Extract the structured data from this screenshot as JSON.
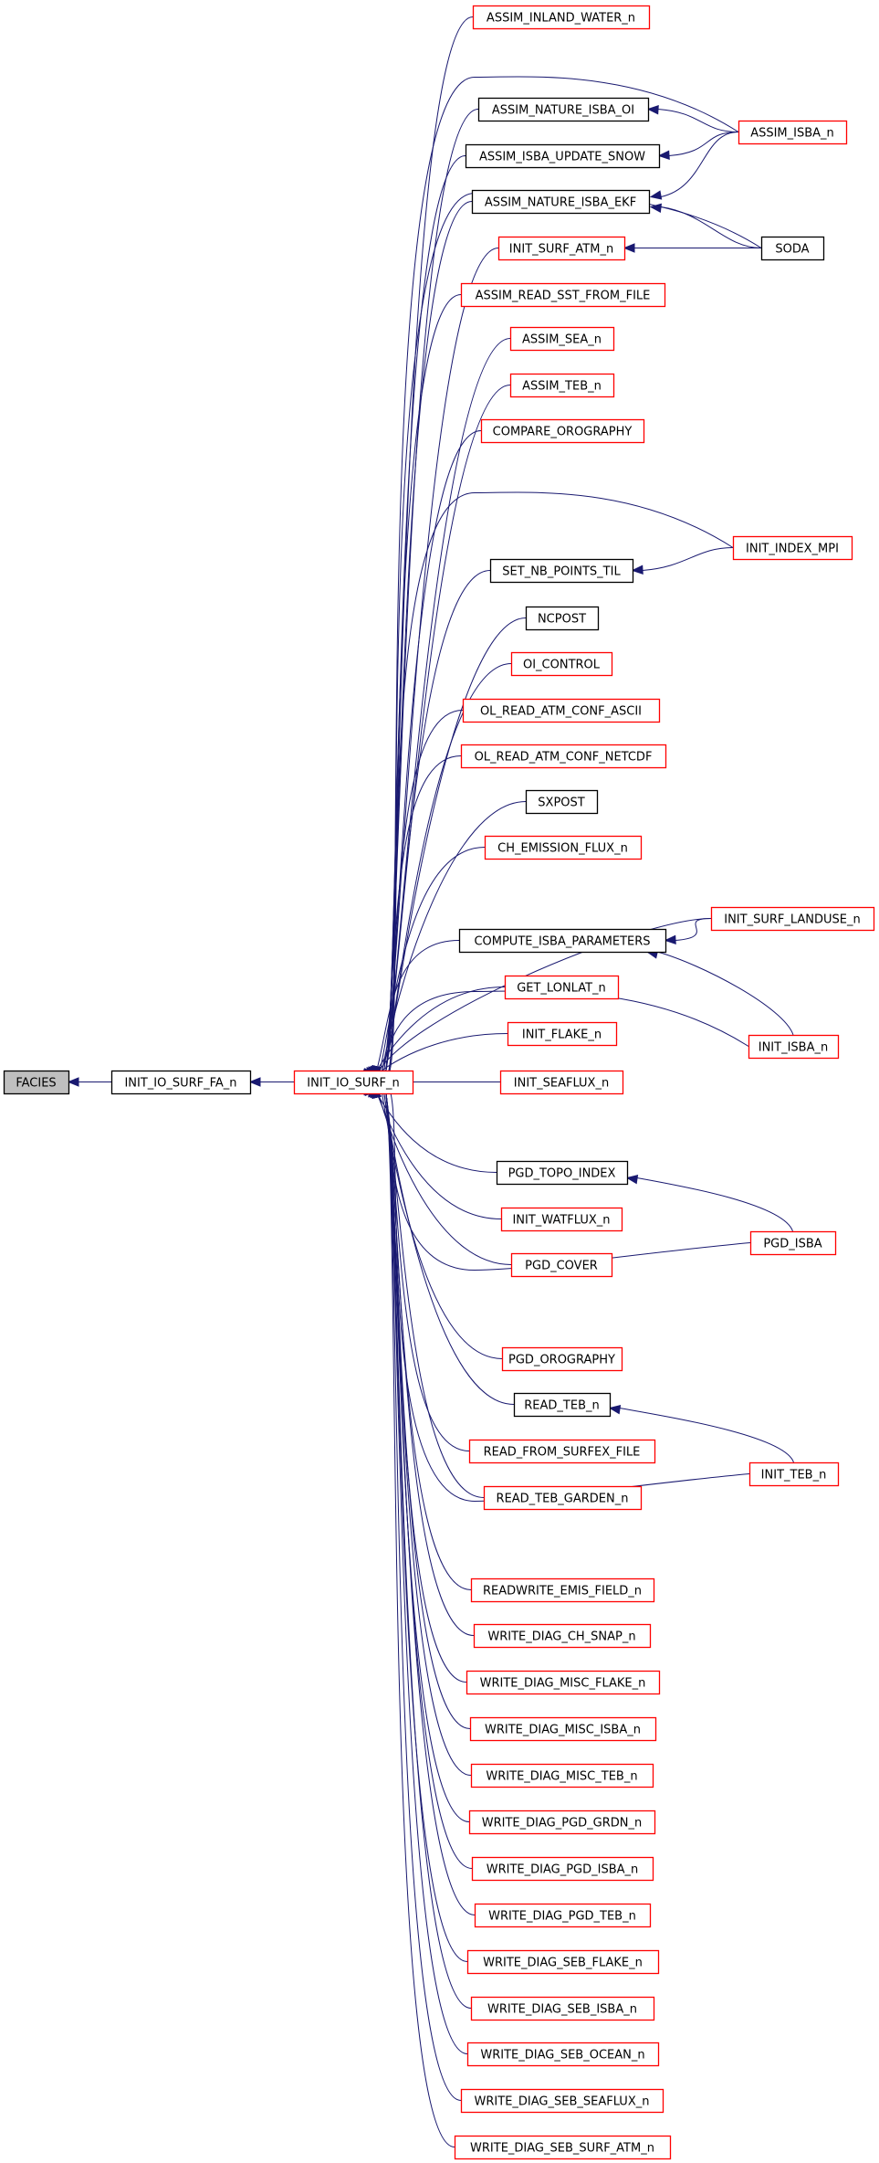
{
  "colors": {
    "edge": "#191970",
    "incomplete_border": "#ff0000",
    "complete_border": "#000000",
    "root_fill": "#bfbfbf",
    "node_fill": "#ffffff"
  },
  "nodes": [
    {
      "id": "FACIES",
      "label": "FACIES",
      "style": "root"
    },
    {
      "id": "INIT_IO_SURF_FA_n",
      "label": "INIT_IO_SURF_FA_n",
      "style": "black"
    },
    {
      "id": "INIT_IO_SURF_n",
      "label": "INIT_IO_SURF_n",
      "style": "red"
    },
    {
      "id": "ASSIM_INLAND_WATER_n",
      "label": "ASSIM_INLAND_WATER_n",
      "style": "red"
    },
    {
      "id": "ASSIM_NATURE_ISBA_OI",
      "label": "ASSIM_NATURE_ISBA_OI",
      "style": "black"
    },
    {
      "id": "ASSIM_ISBA_UPDATE_SNOW",
      "label": "ASSIM_ISBA_UPDATE_SNOW",
      "style": "black"
    },
    {
      "id": "ASSIM_NATURE_ISBA_EKF",
      "label": "ASSIM_NATURE_ISBA_EKF",
      "style": "black"
    },
    {
      "id": "INIT_SURF_ATM_n",
      "label": "INIT_SURF_ATM_n",
      "style": "red"
    },
    {
      "id": "ASSIM_READ_SST_FROM_FILE",
      "label": "ASSIM_READ_SST_FROM_FILE",
      "style": "red"
    },
    {
      "id": "ASSIM_SEA_n",
      "label": "ASSIM_SEA_n",
      "style": "red"
    },
    {
      "id": "ASSIM_TEB_n",
      "label": "ASSIM_TEB_n",
      "style": "red"
    },
    {
      "id": "COMPARE_OROGRAPHY",
      "label": "COMPARE_OROGRAPHY",
      "style": "red"
    },
    {
      "id": "SET_NB_POINTS_TIL",
      "label": "SET_NB_POINTS_TIL",
      "style": "black"
    },
    {
      "id": "NCPOST",
      "label": "NCPOST",
      "style": "black"
    },
    {
      "id": "OI_CONTROL",
      "label": "OI_CONTROL",
      "style": "red"
    },
    {
      "id": "OL_READ_ATM_CONF_ASCII",
      "label": "OL_READ_ATM_CONF_ASCII",
      "style": "red"
    },
    {
      "id": "OL_READ_ATM_CONF_NETCDF",
      "label": "OL_READ_ATM_CONF_NETCDF",
      "style": "red"
    },
    {
      "id": "SXPOST",
      "label": "SXPOST",
      "style": "black"
    },
    {
      "id": "CH_EMISSION_FLUX_n",
      "label": "CH_EMISSION_FLUX_n",
      "style": "red"
    },
    {
      "id": "COMPUTE_ISBA_PARAMETERS",
      "label": "COMPUTE_ISBA_PARAMETERS",
      "style": "black"
    },
    {
      "id": "GET_LONLAT_n",
      "label": "GET_LONLAT_n",
      "style": "red"
    },
    {
      "id": "INIT_FLAKE_n",
      "label": "INIT_FLAKE_n",
      "style": "red"
    },
    {
      "id": "INIT_SEAFLUX_n",
      "label": "INIT_SEAFLUX_n",
      "style": "red"
    },
    {
      "id": "PGD_TOPO_INDEX",
      "label": "PGD_TOPO_INDEX",
      "style": "black"
    },
    {
      "id": "INIT_WATFLUX_n",
      "label": "INIT_WATFLUX_n",
      "style": "red"
    },
    {
      "id": "PGD_COVER",
      "label": "PGD_COVER",
      "style": "red"
    },
    {
      "id": "PGD_OROGRAPHY",
      "label": "PGD_OROGRAPHY",
      "style": "red"
    },
    {
      "id": "READ_TEB_n",
      "label": "READ_TEB_n",
      "style": "black"
    },
    {
      "id": "READ_FROM_SURFEX_FILE",
      "label": "READ_FROM_SURFEX_FILE",
      "style": "red"
    },
    {
      "id": "READ_TEB_GARDEN_n",
      "label": "READ_TEB_GARDEN_n",
      "style": "red"
    },
    {
      "id": "READWRITE_EMIS_FIELD_n",
      "label": "READWRITE_EMIS_FIELD_n",
      "style": "red"
    },
    {
      "id": "WRITE_DIAG_CH_SNAP_n",
      "label": "WRITE_DIAG_CH_SNAP_n",
      "style": "red"
    },
    {
      "id": "WRITE_DIAG_MISC_FLAKE_n",
      "label": "WRITE_DIAG_MISC_FLAKE_n",
      "style": "red"
    },
    {
      "id": "WRITE_DIAG_MISC_ISBA_n",
      "label": "WRITE_DIAG_MISC_ISBA_n",
      "style": "red"
    },
    {
      "id": "WRITE_DIAG_MISC_TEB_n",
      "label": "WRITE_DIAG_MISC_TEB_n",
      "style": "red"
    },
    {
      "id": "WRITE_DIAG_PGD_GRDN_n",
      "label": "WRITE_DIAG_PGD_GRDN_n",
      "style": "red"
    },
    {
      "id": "WRITE_DIAG_PGD_ISBA_n",
      "label": "WRITE_DIAG_PGD_ISBA_n",
      "style": "red"
    },
    {
      "id": "WRITE_DIAG_PGD_TEB_n",
      "label": "WRITE_DIAG_PGD_TEB_n",
      "style": "red"
    },
    {
      "id": "WRITE_DIAG_SEB_FLAKE_n",
      "label": "WRITE_DIAG_SEB_FLAKE_n",
      "style": "red"
    },
    {
      "id": "WRITE_DIAG_SEB_ISBA_n",
      "label": "WRITE_DIAG_SEB_ISBA_n",
      "style": "red"
    },
    {
      "id": "WRITE_DIAG_SEB_OCEAN_n",
      "label": "WRITE_DIAG_SEB_OCEAN_n",
      "style": "red"
    },
    {
      "id": "WRITE_DIAG_SEB_SEAFLUX_n",
      "label": "WRITE_DIAG_SEB_SEAFLUX_n",
      "style": "red"
    },
    {
      "id": "WRITE_DIAG_SEB_SURF_ATM_n",
      "label": "WRITE_DIAG_SEB_SURF_ATM_n",
      "style": "red"
    },
    {
      "id": "ASSIM_ISBA_n",
      "label": "ASSIM_ISBA_n",
      "style": "red"
    },
    {
      "id": "SODA",
      "label": "SODA",
      "style": "black"
    },
    {
      "id": "INIT_INDEX_MPI",
      "label": "INIT_INDEX_MPI",
      "style": "red"
    },
    {
      "id": "INIT_SURF_LANDUSE_n",
      "label": "INIT_SURF_LANDUSE_n",
      "style": "red"
    },
    {
      "id": "INIT_ISBA_n",
      "label": "INIT_ISBA_n",
      "style": "red"
    },
    {
      "id": "PGD_ISBA",
      "label": "PGD_ISBA",
      "style": "red"
    },
    {
      "id": "INIT_TEB_n",
      "label": "INIT_TEB_n",
      "style": "red"
    }
  ],
  "edges": [
    {
      "from": "INIT_IO_SURF_FA_n",
      "to": "FACIES"
    },
    {
      "from": "INIT_IO_SURF_n",
      "to": "INIT_IO_SURF_FA_n"
    },
    {
      "from": "ASSIM_INLAND_WATER_n",
      "to": "INIT_IO_SURF_n"
    },
    {
      "from": "ASSIM_NATURE_ISBA_OI",
      "to": "INIT_IO_SURF_n"
    },
    {
      "from": "ASSIM_ISBA_UPDATE_SNOW",
      "to": "INIT_IO_SURF_n"
    },
    {
      "from": "ASSIM_NATURE_ISBA_EKF",
      "to": "INIT_IO_SURF_n"
    },
    {
      "from": "INIT_SURF_ATM_n",
      "to": "INIT_IO_SURF_n"
    },
    {
      "from": "ASSIM_READ_SST_FROM_FILE",
      "to": "INIT_IO_SURF_n"
    },
    {
      "from": "ASSIM_SEA_n",
      "to": "INIT_IO_SURF_n"
    },
    {
      "from": "ASSIM_TEB_n",
      "to": "INIT_IO_SURF_n"
    },
    {
      "from": "COMPARE_OROGRAPHY",
      "to": "INIT_IO_SURF_n"
    },
    {
      "from": "SET_NB_POINTS_TIL",
      "to": "INIT_IO_SURF_n"
    },
    {
      "from": "NCPOST",
      "to": "INIT_IO_SURF_n"
    },
    {
      "from": "OI_CONTROL",
      "to": "INIT_IO_SURF_n"
    },
    {
      "from": "OL_READ_ATM_CONF_ASCII",
      "to": "INIT_IO_SURF_n"
    },
    {
      "from": "OL_READ_ATM_CONF_NETCDF",
      "to": "INIT_IO_SURF_n"
    },
    {
      "from": "SXPOST",
      "to": "INIT_IO_SURF_n"
    },
    {
      "from": "CH_EMISSION_FLUX_n",
      "to": "INIT_IO_SURF_n"
    },
    {
      "from": "COMPUTE_ISBA_PARAMETERS",
      "to": "INIT_IO_SURF_n"
    },
    {
      "from": "GET_LONLAT_n",
      "to": "INIT_IO_SURF_n"
    },
    {
      "from": "INIT_FLAKE_n",
      "to": "INIT_IO_SURF_n"
    },
    {
      "from": "INIT_SEAFLUX_n",
      "to": "INIT_IO_SURF_n"
    },
    {
      "from": "PGD_TOPO_INDEX",
      "to": "INIT_IO_SURF_n"
    },
    {
      "from": "INIT_WATFLUX_n",
      "to": "INIT_IO_SURF_n"
    },
    {
      "from": "PGD_COVER",
      "to": "INIT_IO_SURF_n"
    },
    {
      "from": "PGD_OROGRAPHY",
      "to": "INIT_IO_SURF_n"
    },
    {
      "from": "READ_TEB_n",
      "to": "INIT_IO_SURF_n"
    },
    {
      "from": "READ_FROM_SURFEX_FILE",
      "to": "INIT_IO_SURF_n"
    },
    {
      "from": "READ_TEB_GARDEN_n",
      "to": "INIT_IO_SURF_n"
    },
    {
      "from": "READWRITE_EMIS_FIELD_n",
      "to": "INIT_IO_SURF_n"
    },
    {
      "from": "WRITE_DIAG_CH_SNAP_n",
      "to": "INIT_IO_SURF_n"
    },
    {
      "from": "WRITE_DIAG_MISC_FLAKE_n",
      "to": "INIT_IO_SURF_n"
    },
    {
      "from": "WRITE_DIAG_MISC_ISBA_n",
      "to": "INIT_IO_SURF_n"
    },
    {
      "from": "WRITE_DIAG_MISC_TEB_n",
      "to": "INIT_IO_SURF_n"
    },
    {
      "from": "WRITE_DIAG_PGD_GRDN_n",
      "to": "INIT_IO_SURF_n"
    },
    {
      "from": "WRITE_DIAG_PGD_ISBA_n",
      "to": "INIT_IO_SURF_n"
    },
    {
      "from": "WRITE_DIAG_PGD_TEB_n",
      "to": "INIT_IO_SURF_n"
    },
    {
      "from": "WRITE_DIAG_SEB_FLAKE_n",
      "to": "INIT_IO_SURF_n"
    },
    {
      "from": "WRITE_DIAG_SEB_ISBA_n",
      "to": "INIT_IO_SURF_n"
    },
    {
      "from": "WRITE_DIAG_SEB_OCEAN_n",
      "to": "INIT_IO_SURF_n"
    },
    {
      "from": "WRITE_DIAG_SEB_SEAFLUX_n",
      "to": "INIT_IO_SURF_n"
    },
    {
      "from": "WRITE_DIAG_SEB_SURF_ATM_n",
      "to": "INIT_IO_SURF_n"
    },
    {
      "from": "ASSIM_ISBA_n",
      "to": "INIT_IO_SURF_n"
    },
    {
      "from": "ASSIM_ISBA_n",
      "to": "ASSIM_NATURE_ISBA_OI"
    },
    {
      "from": "ASSIM_ISBA_n",
      "to": "ASSIM_ISBA_UPDATE_SNOW"
    },
    {
      "from": "ASSIM_ISBA_n",
      "to": "ASSIM_NATURE_ISBA_EKF"
    },
    {
      "from": "SODA",
      "to": "ASSIM_NATURE_ISBA_EKF"
    },
    {
      "from": "SODA",
      "to": "INIT_SURF_ATM_n"
    },
    {
      "from": "SODA",
      "to": "INIT_IO_SURF_n"
    },
    {
      "from": "INIT_INDEX_MPI",
      "to": "INIT_IO_SURF_n"
    },
    {
      "from": "INIT_INDEX_MPI",
      "to": "SET_NB_POINTS_TIL"
    },
    {
      "from": "INIT_SURF_LANDUSE_n",
      "to": "INIT_IO_SURF_n"
    },
    {
      "from": "INIT_SURF_LANDUSE_n",
      "to": "COMPUTE_ISBA_PARAMETERS"
    },
    {
      "from": "INIT_ISBA_n",
      "to": "COMPUTE_ISBA_PARAMETERS"
    },
    {
      "from": "INIT_ISBA_n",
      "to": "INIT_IO_SURF_n"
    },
    {
      "from": "PGD_ISBA",
      "to": "PGD_TOPO_INDEX"
    },
    {
      "from": "PGD_ISBA",
      "to": "INIT_IO_SURF_n"
    },
    {
      "from": "INIT_TEB_n",
      "to": "READ_TEB_n"
    },
    {
      "from": "INIT_TEB_n",
      "to": "INIT_IO_SURF_n"
    }
  ]
}
